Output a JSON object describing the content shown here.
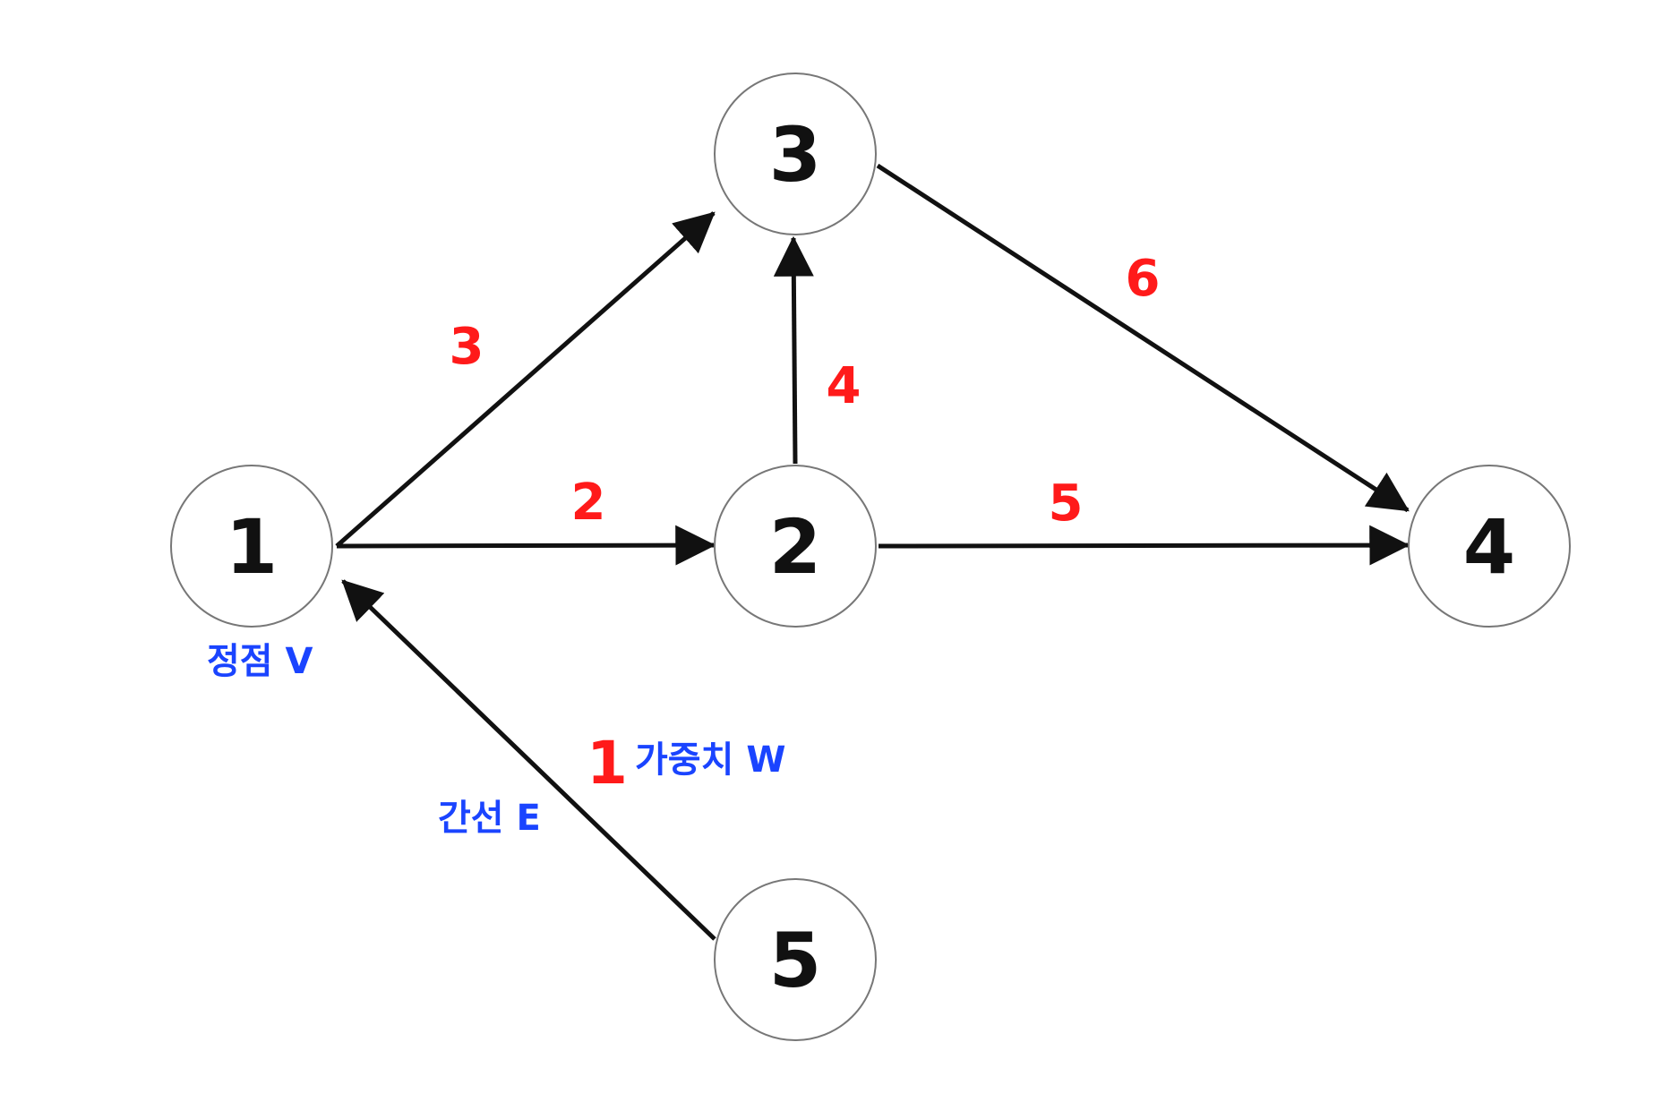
{
  "colors": {
    "weight": "#ff1a1a",
    "annotation": "#1a44ff",
    "edge": "#111111",
    "node_border": "#777777"
  },
  "nodes": [
    {
      "id": "1",
      "label": "1"
    },
    {
      "id": "2",
      "label": "2"
    },
    {
      "id": "3",
      "label": "3"
    },
    {
      "id": "4",
      "label": "4"
    },
    {
      "id": "5",
      "label": "5"
    }
  ],
  "edges": [
    {
      "from": "1",
      "to": "3",
      "weight": "3"
    },
    {
      "from": "1",
      "to": "2",
      "weight": "2"
    },
    {
      "from": "2",
      "to": "3",
      "weight": "4"
    },
    {
      "from": "2",
      "to": "4",
      "weight": "5"
    },
    {
      "from": "3",
      "to": "4",
      "weight": "6"
    },
    {
      "from": "5",
      "to": "1",
      "weight": "1"
    }
  ],
  "annotations": {
    "vertex_label": "정점 V",
    "edge_label": "간선 E",
    "weight_label": "가중치 W"
  }
}
